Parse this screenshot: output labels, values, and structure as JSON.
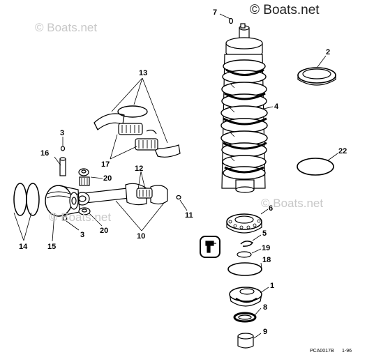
{
  "watermarks": {
    "top_left": "© Boats.net",
    "top_right": "© Boats.net",
    "mid_left": "© Boats.net",
    "mid_right": "© Boats.net"
  },
  "callouts": {
    "c1": "1",
    "c2": "2",
    "c3a": "3",
    "c3b": "3",
    "c4": "4",
    "c5": "5",
    "c6": "6",
    "c7": "7",
    "c8": "8",
    "c9": "9",
    "c10": "10",
    "c11": "11",
    "c12": "12",
    "c13": "13",
    "c14": "14",
    "c15": "15",
    "c16": "16",
    "c17": "17",
    "c18": "18",
    "c19": "19",
    "c20a": "20",
    "c20b": "20",
    "c22": "22"
  },
  "footer": {
    "code": "PCA0017B",
    "date": "1-96"
  },
  "icons": {
    "sealant": "sealant-tube-icon"
  }
}
